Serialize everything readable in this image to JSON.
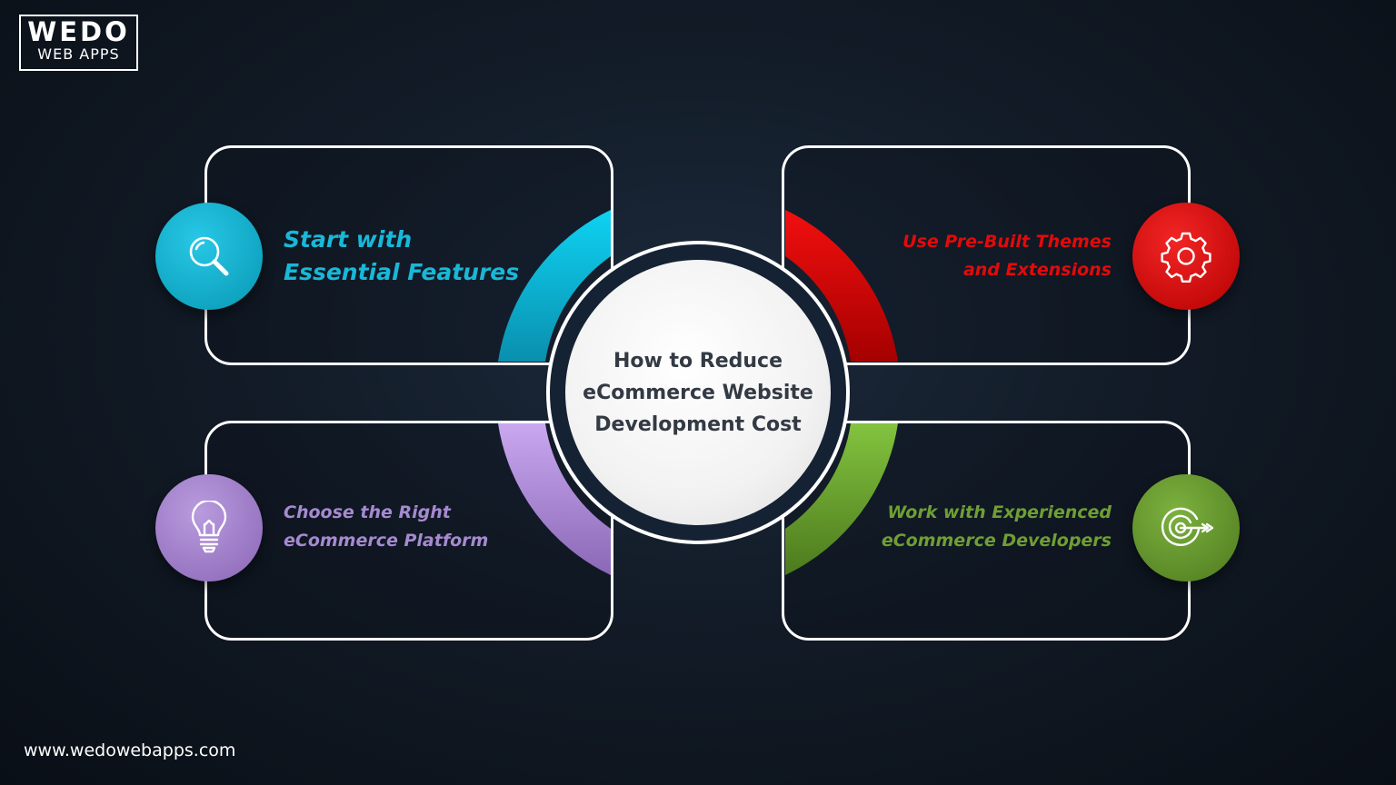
{
  "logo": {
    "line1": "WEDO",
    "line2": "WEB APPS"
  },
  "center_title": "How to Reduce\neCommerce Website\nDevelopment Cost",
  "steps": [
    {
      "lines": [
        "Start with",
        "Essential Features"
      ],
      "icon": "search-icon",
      "color": "#18b8d8"
    },
    {
      "lines": [
        "Use Pre-Built Themes",
        "and Extensions"
      ],
      "icon": "gear-icon",
      "color": "#e20a0a"
    },
    {
      "lines": [
        "Choose the Right",
        "eCommerce Platform"
      ],
      "icon": "lightbulb-icon",
      "color": "#a58ad0"
    },
    {
      "lines": [
        "Work with Experienced",
        "eCommerce Developers"
      ],
      "icon": "target-icon",
      "color": "#6f9e34"
    }
  ],
  "footer_url": "www.wedowebapps.com"
}
